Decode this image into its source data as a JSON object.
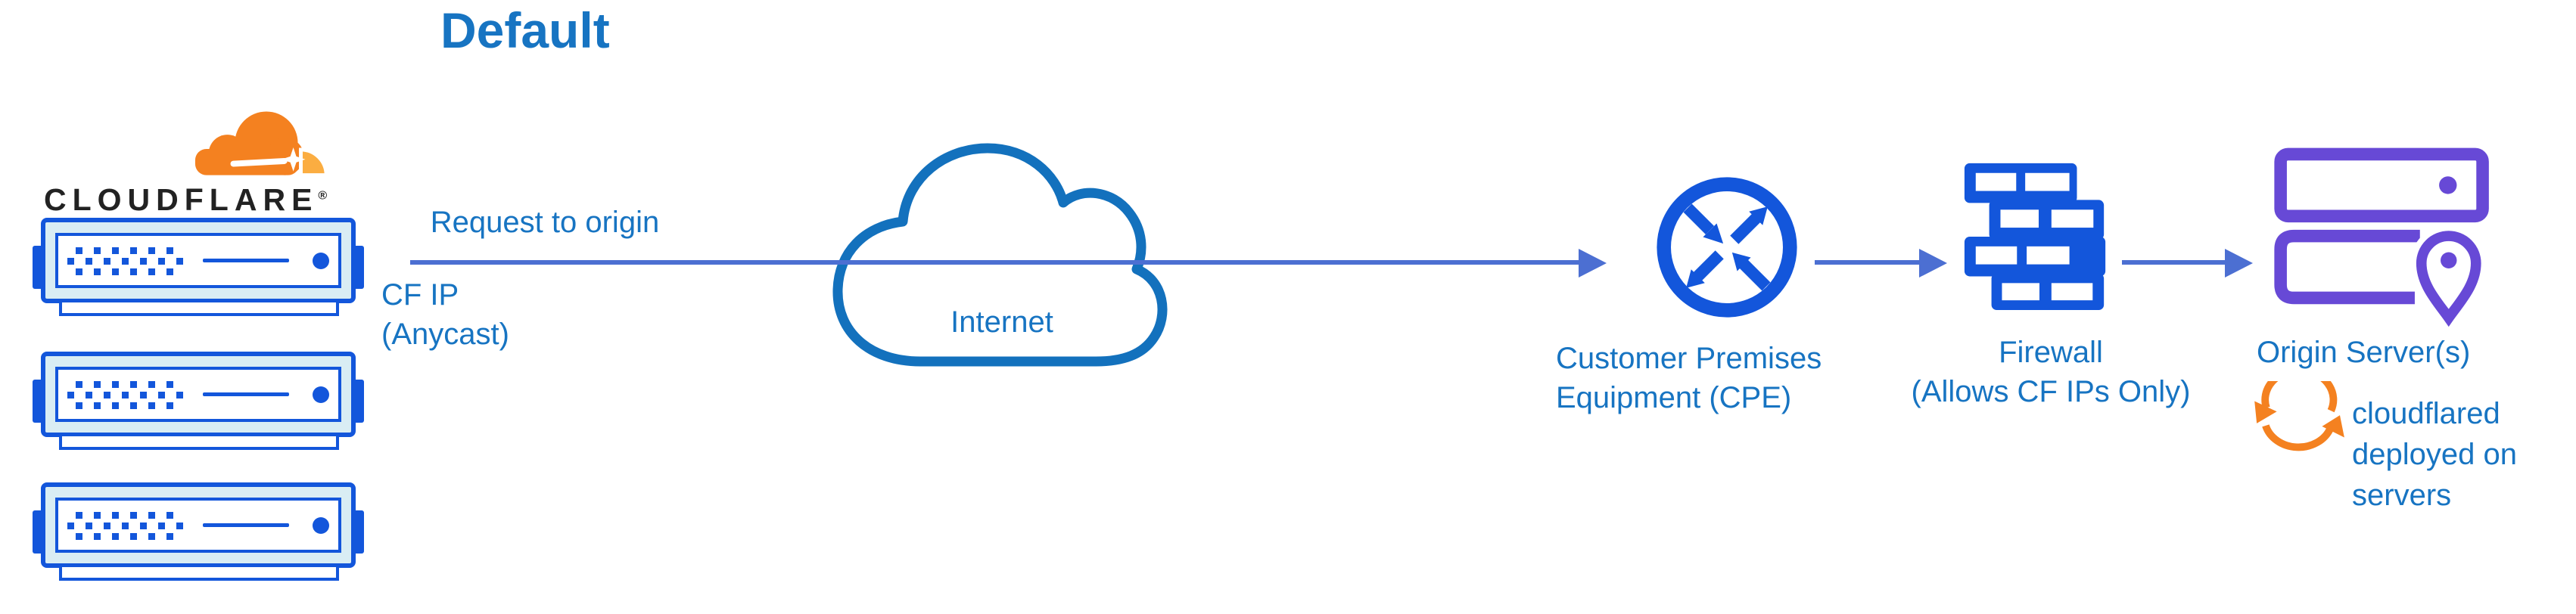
{
  "diagram_title": "Default",
  "colors": {
    "text_blue": "#1774c2",
    "icon_blue": "#1356db",
    "server_fill": "#d9edf4",
    "arrow_blue": "#4c6fd2",
    "cloud_blue": "#1371bd",
    "origin_purple": "#6749d6",
    "cf_orange": "#f48120",
    "cf_orange_light": "#fbad41",
    "wordmark_black": "#222222"
  },
  "cloudflare": {
    "wordmark": "CLOUDFLARE",
    "registered_mark": "®",
    "edge_server_count": 3,
    "logo_icon": "cloudflare-cloud-logo",
    "server_icon": "server-rack-icon"
  },
  "request_arrow": {
    "caption": "Request to origin",
    "sublabel_line1": "CF IP",
    "sublabel_line2": "(Anycast)"
  },
  "internet_cloud": {
    "label": "Internet",
    "icon": "cloud-icon"
  },
  "cpe": {
    "label_line1": "Customer Premises",
    "label_line2": "Equipment (CPE)",
    "icon": "router-icon"
  },
  "firewall": {
    "label_line1": "Firewall",
    "label_line2": "(Allows CF IPs Only)",
    "icon": "brick-wall-icon"
  },
  "origin": {
    "label": "Origin Server(s)",
    "icon": "server-location-icon"
  },
  "cloudflared_note": {
    "line1": "cloudflared",
    "line2": "deployed on",
    "line3": "servers",
    "icon": "sync-arrows-icon"
  }
}
